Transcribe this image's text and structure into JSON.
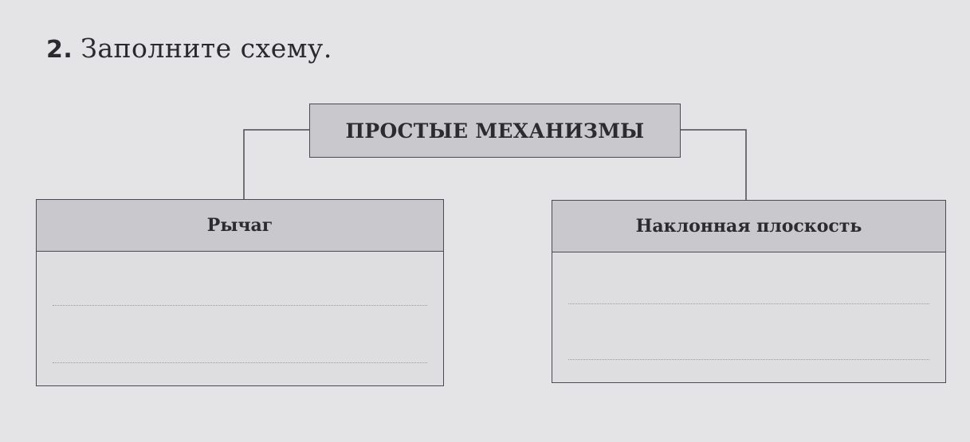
{
  "task": {
    "number": "2.",
    "instruction": "Заполните схему."
  },
  "scheme": {
    "root_label": "ПРОСТЫЕ МЕХАНИЗМЫ",
    "branches": [
      {
        "label": "Рычаг"
      },
      {
        "label": "Наклонная плоскость"
      }
    ]
  }
}
